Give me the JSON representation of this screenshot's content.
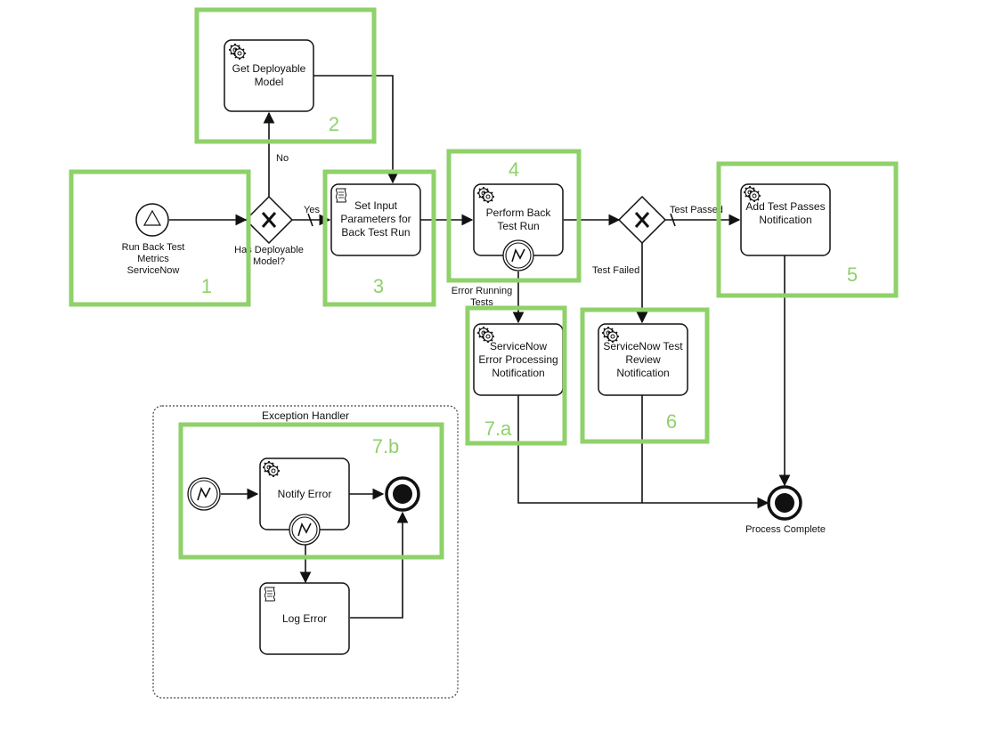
{
  "diagram": {
    "events": {
      "start": "Run Back Test Metrics ServiceNow",
      "end": "Process Complete"
    },
    "gateways": {
      "deployable": "Has Deployable Model?",
      "test_result": ""
    },
    "tasks": {
      "get_model": "Get Deployable Model",
      "set_input": "Set Input Parameters for Back Test Run",
      "perform": "Perform Back Test Run",
      "add_pass": "Add Test Passes Notification",
      "error_notif": "ServiceNow Error Processing Notification",
      "review_notif": "ServiceNow Test Review Notification",
      "notify_error": "Notify Error",
      "log_error": "Log Error"
    },
    "flow_labels": {
      "no": "No",
      "yes": "Yes",
      "test_passed": "Test Passed",
      "test_failed": "Test Failed",
      "error_running": "Error Running Tests"
    },
    "subprocess": {
      "title": "Exception Handler"
    },
    "highlights": {
      "box1": "1",
      "box2": "2",
      "box3": "3",
      "box4": "4",
      "box5": "5",
      "box6": "6",
      "box7a": "7.a",
      "box7b": "7.b"
    },
    "colors": {
      "highlight": "#8fd16a",
      "line": "#111111"
    },
    "icons": {
      "service_task": "gear-icon",
      "script_task": "script-icon",
      "error_event": "lightning-icon",
      "gateway": "x-icon",
      "start_event": "triangle-icon"
    }
  }
}
